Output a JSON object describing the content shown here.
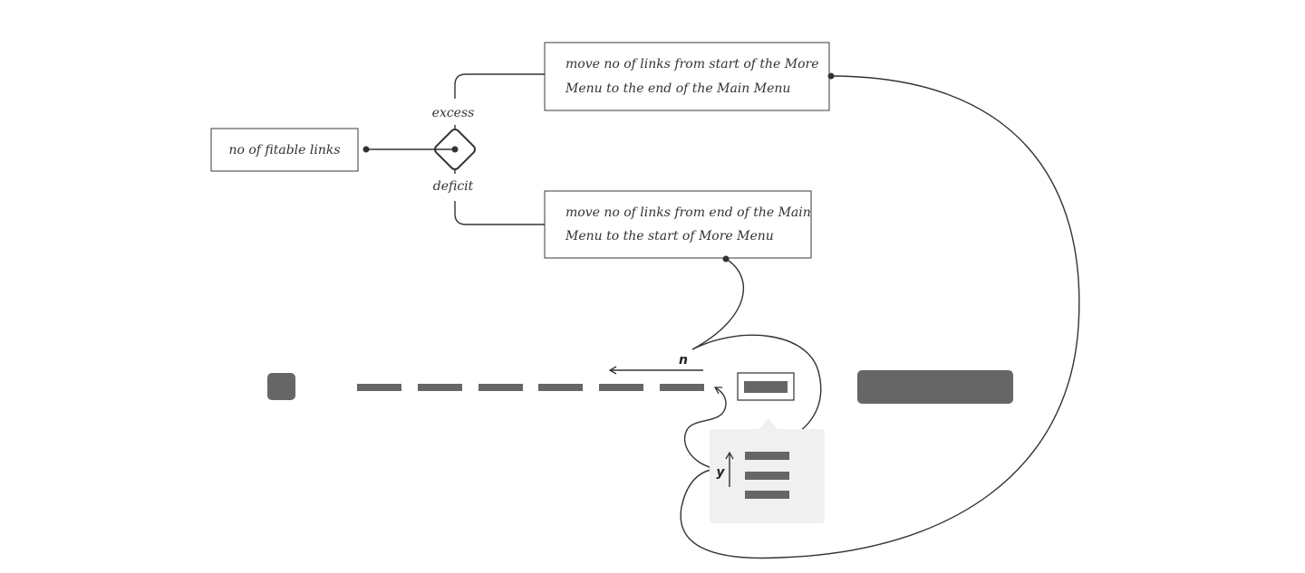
{
  "nodes": {
    "fitable": "no of fitable links",
    "excess_action": {
      "line1": "move no of links from start of the  More",
      "line2": "Menu to the end of the Main Menu"
    },
    "deficit_action": {
      "line1": "move no of links from end of the Main",
      "line2": "Menu to the start of More Menu"
    }
  },
  "branches": {
    "excess": "excess",
    "deficit": "deficit"
  },
  "flags": {
    "no": "n",
    "yes": "y"
  },
  "menu_links": [
    {
      "label": ""
    },
    {
      "label": ""
    },
    {
      "label": ""
    },
    {
      "label": ""
    },
    {
      "label": ""
    },
    {
      "label": ""
    }
  ],
  "more_menu_links": [
    {
      "label": ""
    },
    {
      "label": ""
    },
    {
      "label": ""
    }
  ],
  "colors": {
    "ink": "#333333",
    "menu_bar": "#666666",
    "dropdown_bg": "#f0f0f0"
  }
}
